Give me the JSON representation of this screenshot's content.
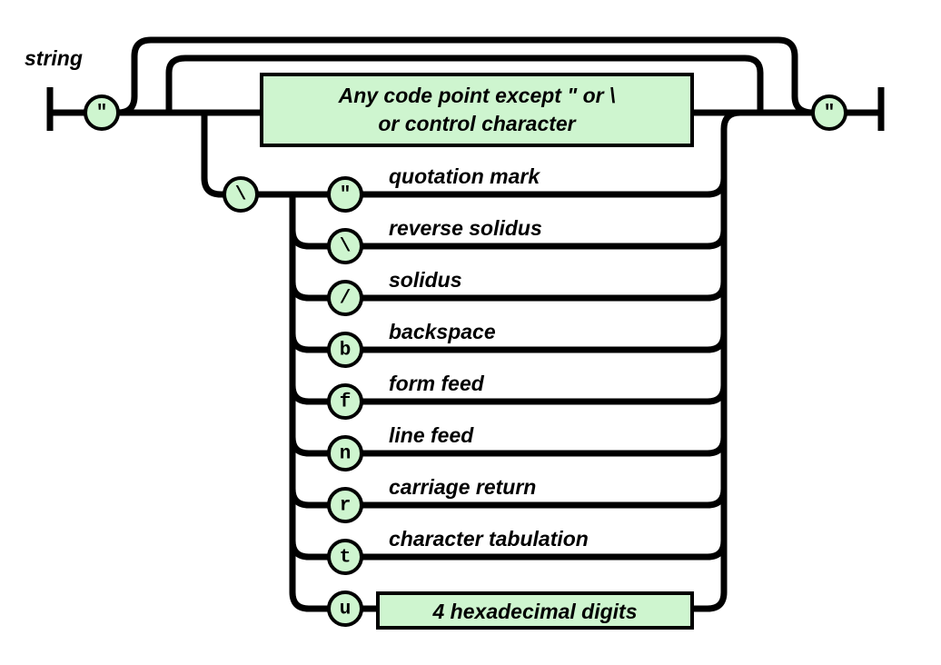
{
  "title": "string",
  "start_quote": "\"",
  "end_quote": "\"",
  "main_box": {
    "line1": "Any code point except   \"   or  \\",
    "line2": "or control character"
  },
  "escape_symbol": "\\",
  "escapes": [
    {
      "symbol": "\"",
      "label": "quotation mark"
    },
    {
      "symbol": "\\",
      "label": "reverse solidus"
    },
    {
      "symbol": "/",
      "label": "solidus"
    },
    {
      "symbol": "b",
      "label": "backspace"
    },
    {
      "symbol": "f",
      "label": "form feed"
    },
    {
      "symbol": "n",
      "label": "line feed"
    },
    {
      "symbol": "r",
      "label": "carriage return"
    },
    {
      "symbol": "t",
      "label": "character tabulation"
    },
    {
      "symbol": "u",
      "label": ""
    }
  ],
  "hex_box": "4 hexadecimal digits",
  "colors": {
    "terminal_fill": "#cef5cf",
    "stroke": "#000000"
  }
}
